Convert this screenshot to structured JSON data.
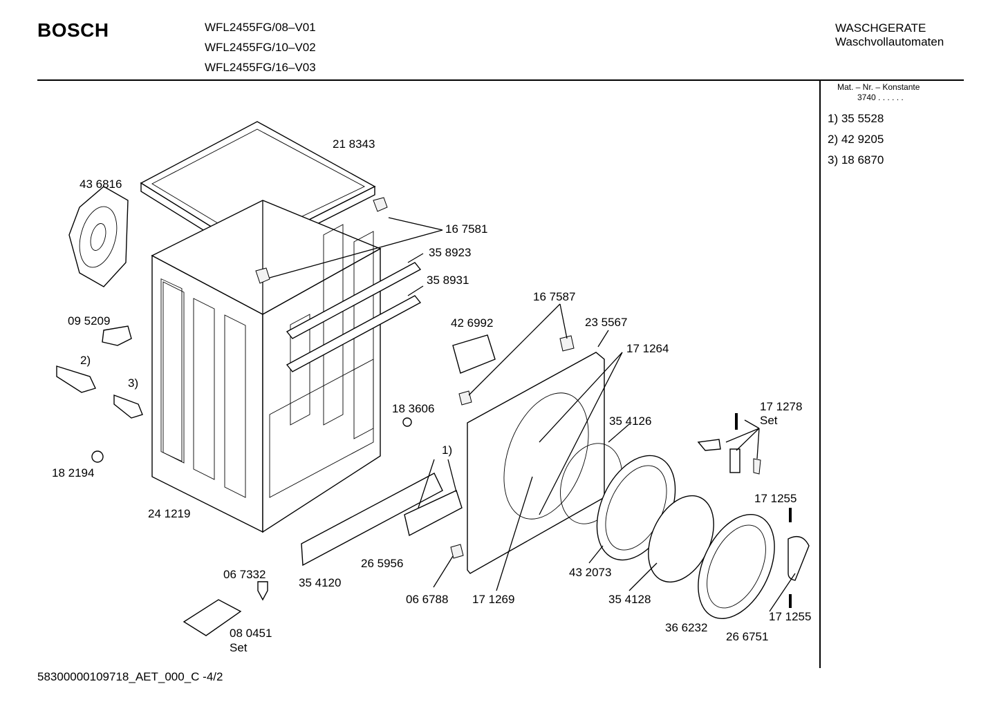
{
  "header": {
    "brand": "BOSCH",
    "models": [
      "WFL2455FG/08–V01",
      "WFL2455FG/10–V02",
      "WFL2455FG/16–V03"
    ],
    "category_line1": "WASCHGERATE",
    "category_line2": "Waschvollautomaten"
  },
  "sidebar": {
    "mat_label": "Mat. – Nr. – Konstante",
    "mat_value": "3740 . . . . . .",
    "variants": [
      "1) 35 5528",
      "2) 42 9205",
      "3) 18 6870"
    ]
  },
  "parts": {
    "p218343": "21 8343",
    "p436816": "43 6816",
    "p167581": "16 7581",
    "p358923": "35 8923",
    "p358931": "35 8931",
    "p167587": "16 7587",
    "p426992": "42 6992",
    "p235567": "23 5567",
    "p171264": "17 1264",
    "p095209": "09 5209",
    "n2": "2)",
    "n3": "3)",
    "p183606": "18 3606",
    "p171278": "17 1278",
    "set1": "Set",
    "p354126": "35 4126",
    "n1": "1)",
    "p182194": "18 2194",
    "p241219": "24 1219",
    "p171255a": "17 1255",
    "p265956": "26 5956",
    "p067332": "06 7332",
    "p354120": "35 4120",
    "p432073": "43 2073",
    "p066788": "06 6788",
    "p171269": "17 1269",
    "p354128": "35 4128",
    "p171255b": "17 1255",
    "p080451": "08 0451",
    "set2": "Set",
    "p366232": "36 6232",
    "p266751": "26 6751"
  },
  "footer": "58300000109718_AET_000_C -4/2"
}
